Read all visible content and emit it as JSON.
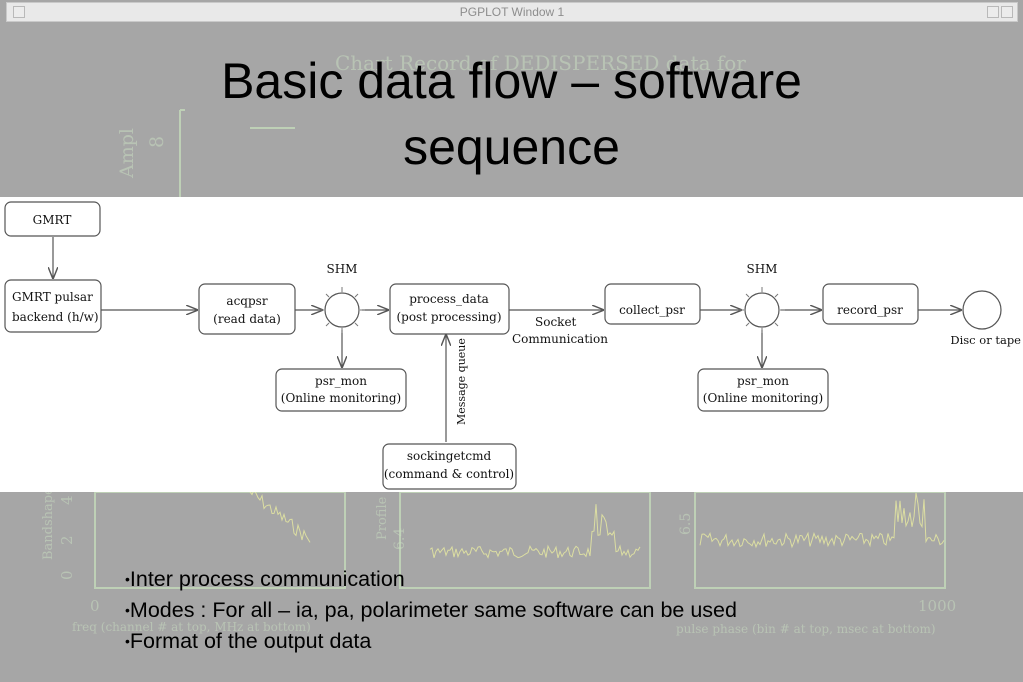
{
  "window": {
    "title": "PGPLOT Window 1"
  },
  "background_plot": {
    "chart_title": "Chart Record of DEDISPERSED data for",
    "ampl_label": "Ampl",
    "ampl_tick": "8",
    "bandshape_label": "Bandshape",
    "bandshape_ticks": [
      "0",
      "2",
      "4"
    ],
    "freq_x_tick": "0",
    "freq_xlabel": "freq (channel # at top, MHz at bottom)",
    "profile_label": "Profile",
    "profile_tick": "6.4",
    "profile2_tick": "6.5",
    "pulse_x_tick": "1000",
    "pulse_xlabel": "pulse phase (bin # at top, msec at bottom)",
    "trace_color": "#eef0a0"
  },
  "slide": {
    "title_line1": "Basic data flow – software",
    "title_line2": "sequence"
  },
  "diagram": {
    "gmrt": "GMRT",
    "backend_line1": "GMRT pulsar",
    "backend_line2": "backend (h/w)",
    "acqpsr_line1": "acqpsr",
    "acqpsr_line2": "(read data)",
    "shm_left": "SHM",
    "shm_right": "SHM",
    "process_line1": "process_data",
    "process_line2": "(post processing)",
    "socket_line1": "Socket",
    "socket_line2": "Communication",
    "msgqueue": "Message queue",
    "psrmon_left_line1": "psr_mon",
    "psrmon_left_line2": "(Online monitoring)",
    "sockinget_line1": "sockingetcmd",
    "sockinget_line2": "(command & control)",
    "collect": "collect_psr",
    "record": "record_psr",
    "psrmon_right_line1": "psr_mon",
    "psrmon_right_line2": "(Online monitoring)",
    "disc": "Disc or tape"
  },
  "bullets": [
    "Inter process communication",
    "Modes : For all – ia, pa, polarimeter same software can be used",
    "Format of the output data"
  ],
  "bullet_marker": "•"
}
